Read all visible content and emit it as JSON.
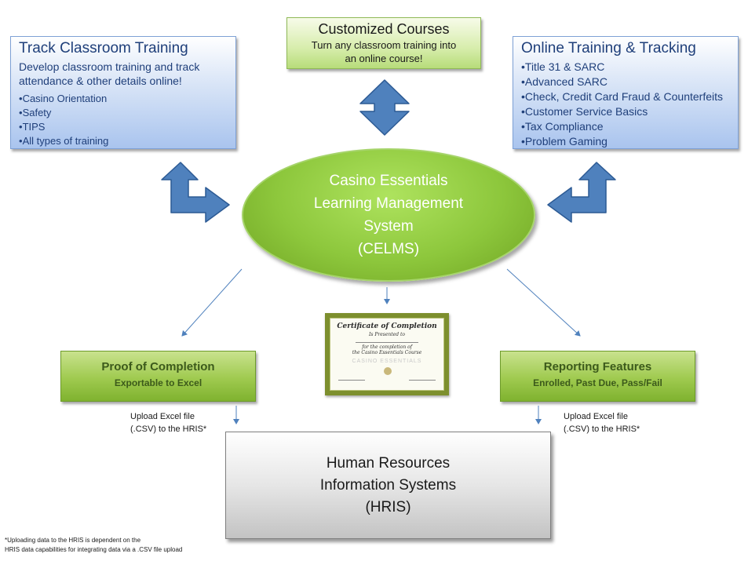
{
  "classroom": {
    "title": "Track Classroom Training",
    "subtitle_line1": "Develop classroom training and track",
    "subtitle_line2": "attendance & other details online!",
    "items": [
      "Casino Orientation",
      "Safety",
      "TIPS",
      "All types of training"
    ]
  },
  "customized": {
    "title": "Customized Courses",
    "subtitle_line1": "Turn any classroom training into",
    "subtitle_line2": "an online course!"
  },
  "online": {
    "title": "Online Training & Tracking",
    "items": [
      "Title 31 & SARC",
      "Advanced SARC",
      "Check, Credit Card Fraud & Counterfeits",
      "Customer Service Basics",
      "Tax Compliance",
      "Problem Gaming"
    ]
  },
  "celms": {
    "line1": "Casino Essentials",
    "line2": "Learning Management",
    "line3": "System",
    "line4": "(CELMS)"
  },
  "proof": {
    "title": "Proof of Completion",
    "subtitle": "Exportable to Excel"
  },
  "reporting": {
    "title": "Reporting Features",
    "subtitle": "Enrolled, Past Due, Pass/Fail"
  },
  "upload_left": {
    "line1": "Upload Excel file",
    "line2": "(.CSV) to the HRIS*"
  },
  "upload_right": {
    "line1": "Upload Excel file",
    "line2": "(.CSV) to the HRIS*"
  },
  "hris": {
    "line1": "Human Resources",
    "line2": "Information Systems",
    "line3": "(HRIS)"
  },
  "certificate": {
    "title": "Certificate of Completion",
    "presented": "Is Presented to",
    "for_completion": "for the completion of",
    "course": "the Casino Essentials Course",
    "watermark": "CASINO ESSENTIALS"
  },
  "footnote": {
    "line1": "*Uploading data to the HRIS is dependent on the",
    "line2": "HRIS data capabilities for integrating data via a .CSV file upload"
  },
  "colors": {
    "blue_arrow": "#4f81bd",
    "blue_arrow_stroke": "#2c5a94",
    "connector": "#4f81bd",
    "ellipse_green": "#8dc73c",
    "feature_green": "#9fca4f"
  }
}
